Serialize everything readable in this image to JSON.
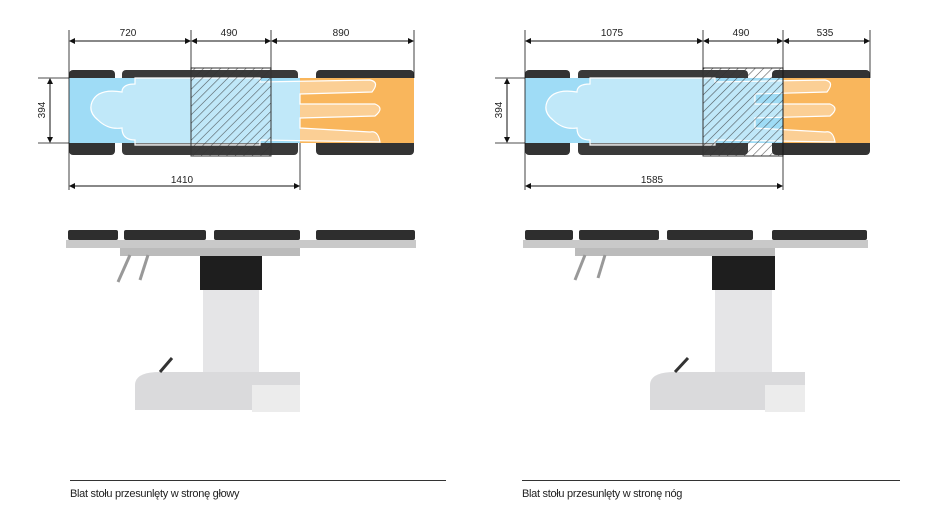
{
  "panels": [
    {
      "dims": {
        "head": "720",
        "middle": "490",
        "foot": "890",
        "width": "394",
        "total": "1410"
      },
      "caption": "Blat stołu przesunlęty w stronę głowy"
    },
    {
      "dims": {
        "head": "1075",
        "middle": "490",
        "foot": "535",
        "width": "394",
        "total": "1585"
      },
      "caption": "Blat stołu przesunlęty w stronę nóg"
    }
  ],
  "colors": {
    "blue": "#9fdcf6",
    "orange": "#f9b65c",
    "dark": "#333333"
  }
}
